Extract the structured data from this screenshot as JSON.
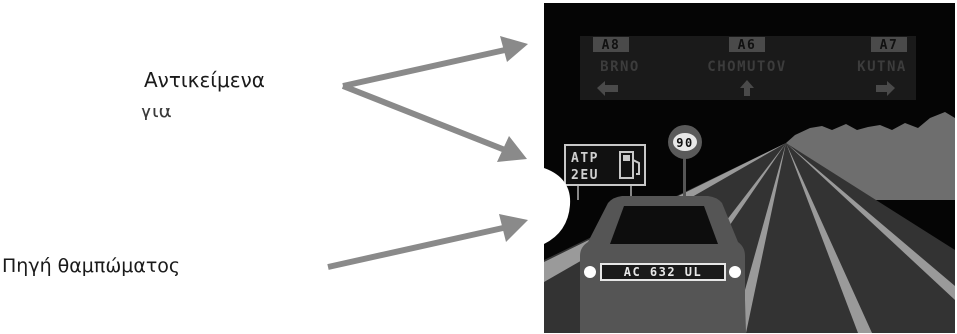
{
  "labels": {
    "objects": "Αντικείμενα",
    "objects_cont": "για",
    "glare_source": "Πηγή θαμπώματος"
  },
  "overhead_sign": {
    "destinations": [
      {
        "route": "A8",
        "city": "BRNO",
        "arrow": "left-arrow-icon"
      },
      {
        "route": "A6",
        "city": "CHOMUTOV",
        "arrow": "up-arrow-icon"
      },
      {
        "route": "A7",
        "city": "KUTNA",
        "arrow": "right-arrow-icon"
      }
    ]
  },
  "speed_sign": {
    "limit": "90"
  },
  "roadside_sign": {
    "line1": "ATP",
    "line2": "2EU",
    "icon": "fuel-pump-icon"
  },
  "car": {
    "plate": "AC 632 UL"
  },
  "colors": {
    "night_sky": "#050505",
    "road": "#333333",
    "road_lines": "#9a9a9a",
    "car_body": "#555555",
    "sign_text": "#3c3c3c",
    "arrow": "#8a8a8a"
  }
}
